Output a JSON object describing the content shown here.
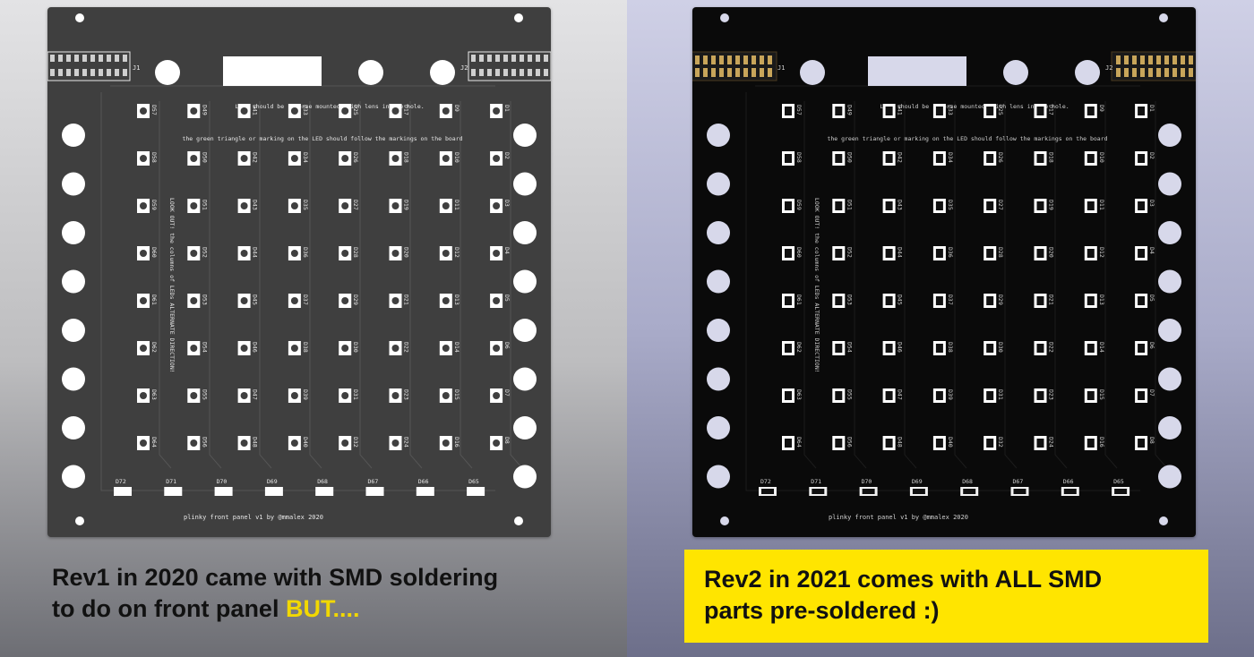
{
  "left": {
    "caption_line1": "Rev1 in 2020 came with SMD soldering",
    "caption_line2_prefix": "to do on front panel ",
    "caption_line2_emphasis": "BUT....",
    "emphasis_color": "#f2d800",
    "board_color": "#3f3f3f"
  },
  "right": {
    "caption_line1": "Rev2 in 2021 comes with ALL SMD",
    "caption_line2": "parts pre-soldered :)",
    "highlight_color": "#ffe500",
    "board_color": "#0a0a0a"
  },
  "board": {
    "note_line1": "LEDs should be reverse mounted, with lens inside hole.",
    "note_line2": "the green triangle or marking on the LED should follow the markings on the board",
    "side_note": "LOOK OUT! the columns of LEDs ALTERNATE DIRECTION!",
    "footer": "plinky front panel v1 by @mmalex 2020",
    "connector_left": "J1",
    "connector_right": "J2",
    "grid_labels": [
      [
        "D57",
        "D49",
        "D41",
        "D33",
        "D25",
        "D17",
        "D9",
        "D1"
      ],
      [
        "D58",
        "D50",
        "D42",
        "D34",
        "D26",
        "D18",
        "D10",
        "D2"
      ],
      [
        "D59",
        "D51",
        "D43",
        "D35",
        "D27",
        "D19",
        "D11",
        "D3"
      ],
      [
        "D60",
        "D52",
        "D44",
        "D36",
        "D28",
        "D20",
        "D12",
        "D4"
      ],
      [
        "D61",
        "D53",
        "D45",
        "D37",
        "D29",
        "D21",
        "D13",
        "D5"
      ],
      [
        "D62",
        "D54",
        "D46",
        "D38",
        "D30",
        "D22",
        "D14",
        "D6"
      ],
      [
        "D63",
        "D55",
        "D47",
        "D39",
        "D31",
        "D23",
        "D15",
        "D7"
      ],
      [
        "D64",
        "D56",
        "D48",
        "D40",
        "D32",
        "D24",
        "D16",
        "D8"
      ]
    ],
    "bottom_labels": [
      "D72",
      "D71",
      "D70",
      "D69",
      "D68",
      "D67",
      "D66",
      "D65"
    ]
  }
}
